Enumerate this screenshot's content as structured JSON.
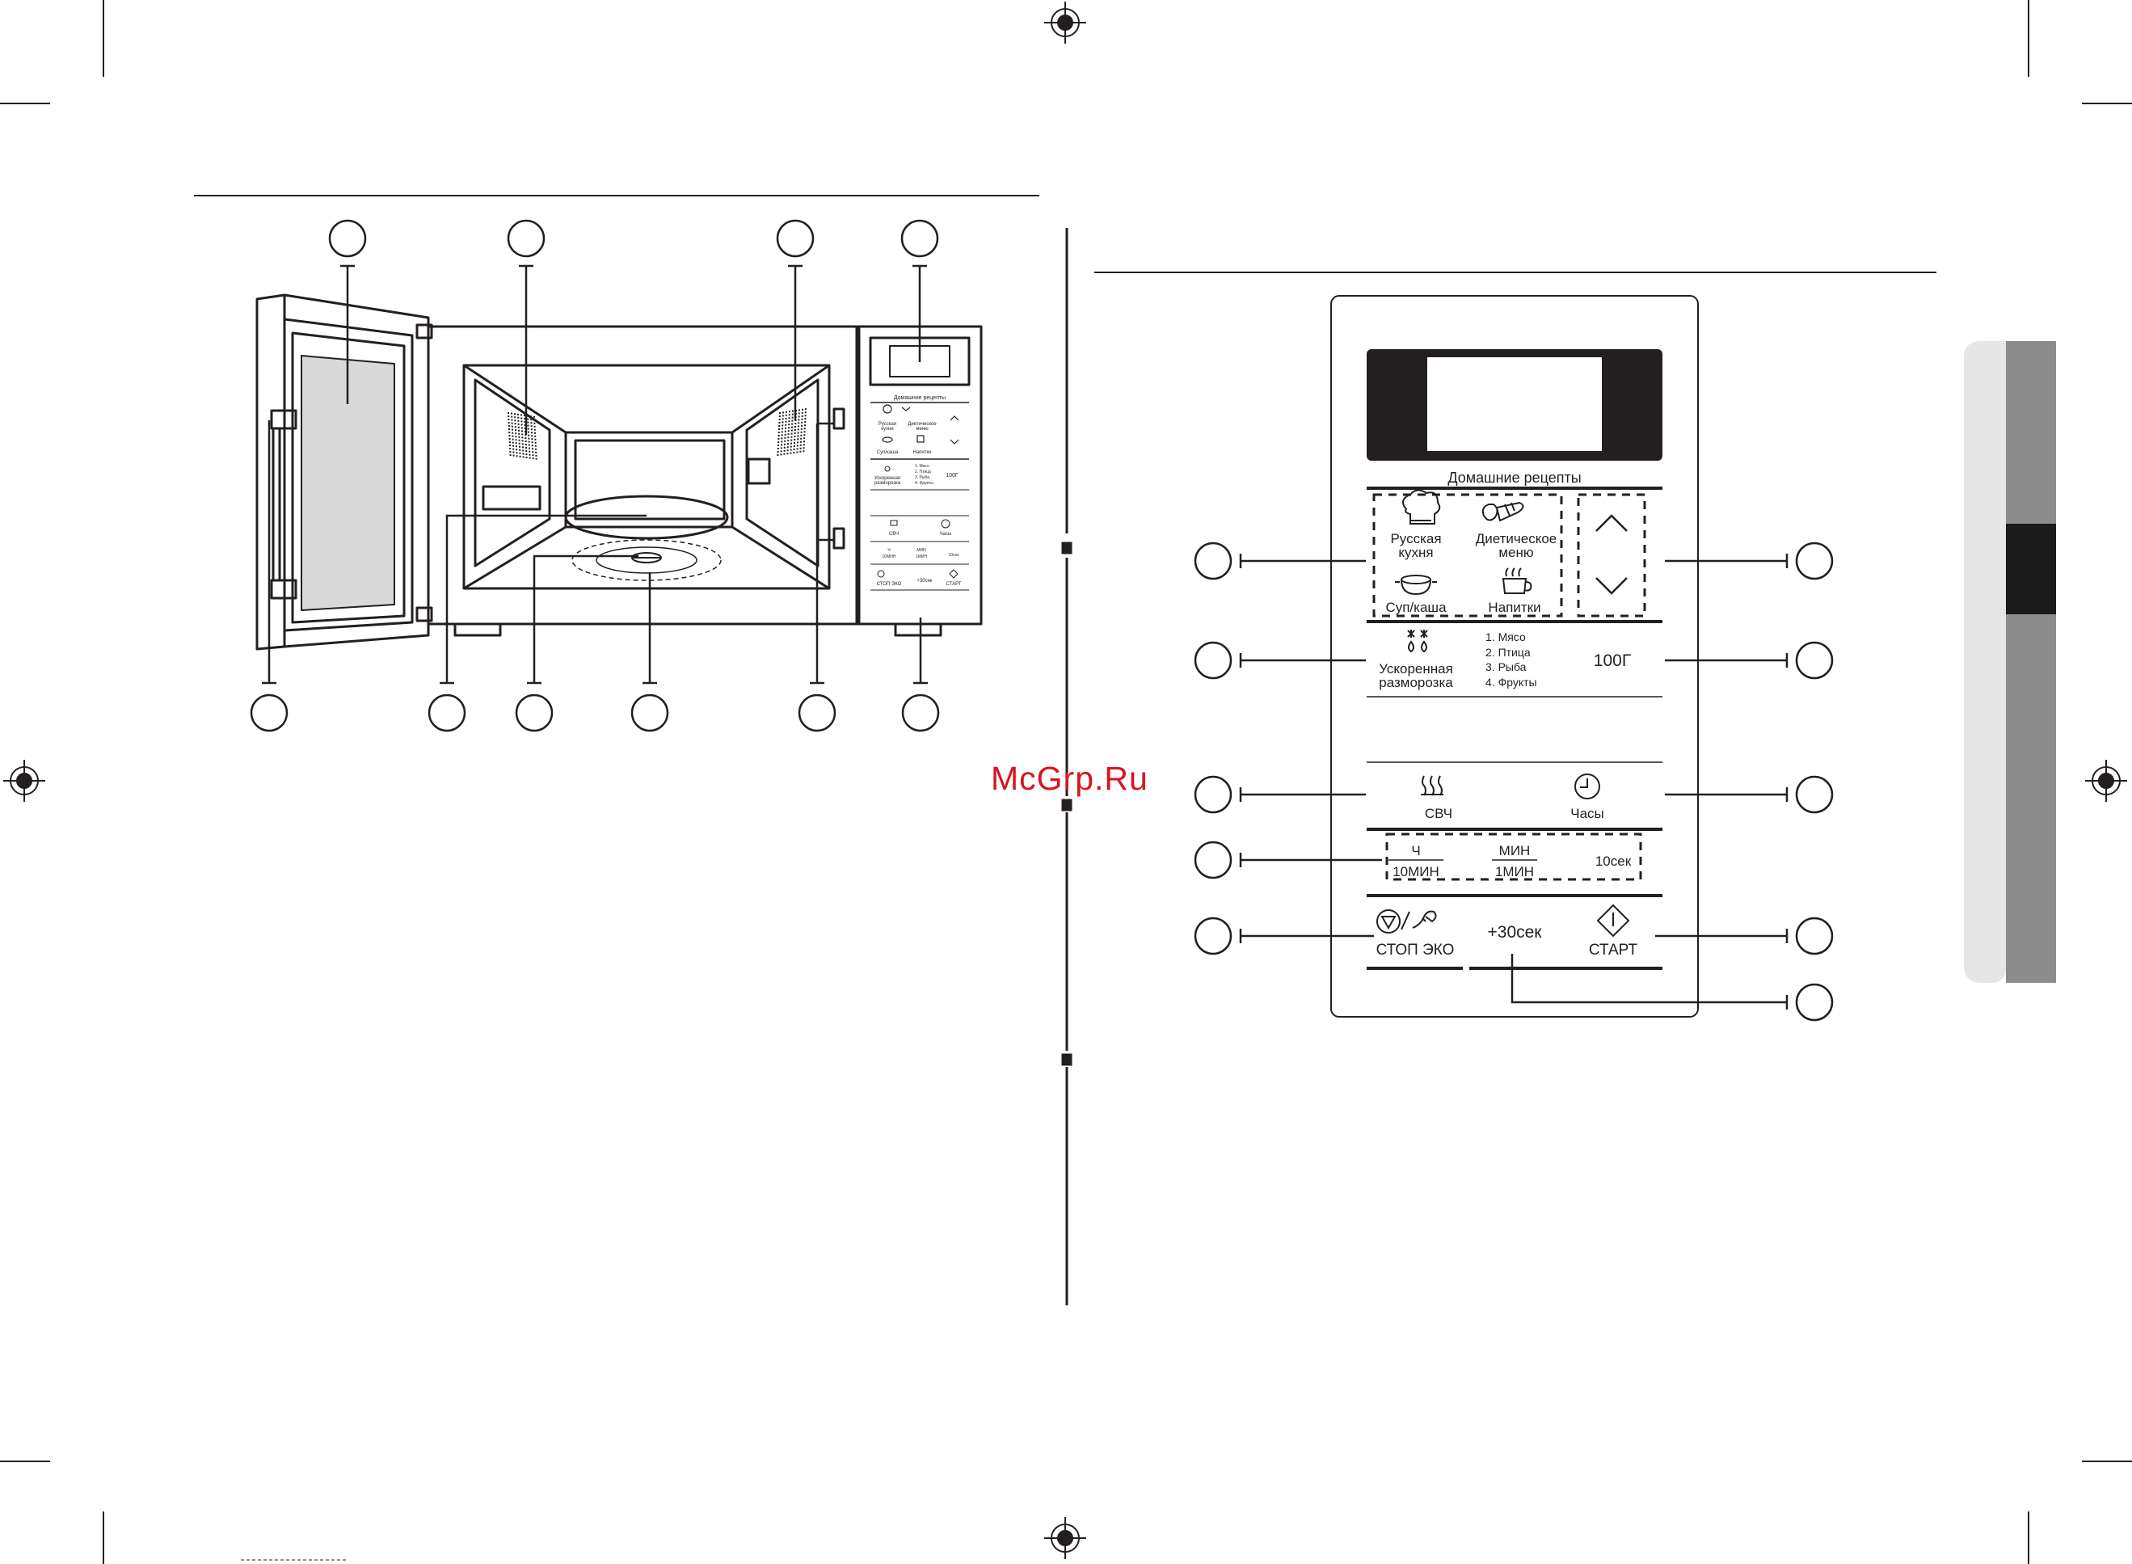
{
  "watermark": "McGrp.Ru",
  "panel": {
    "home_recipes": "Домашние рецепты",
    "russian_cuisine": [
      "Русская",
      "кухня"
    ],
    "diet_menu": [
      "Диетическое",
      "меню"
    ],
    "soup_porridge": "Суп/каша",
    "drinks": "Напитки",
    "defrost": [
      "Ускоренная",
      "разморозка"
    ],
    "defrost_list": [
      "1. Мясо",
      "2. Птица",
      "3. Рыба",
      "4. Фрукты"
    ],
    "weight_100g": "100Г",
    "microwave": "СВЧ",
    "clock": "Часы",
    "hour": "Ч",
    "ten_min": "10МИН",
    "min": "МИН",
    "one_min": "1МИН",
    "ten_sec": "10сек",
    "stop_eco": "СТОП ЭКО",
    "plus_30s": "+30сек",
    "start": "СТАРТ"
  },
  "mini_panel": {
    "home_recipes": "Домашние рецепты",
    "russian": [
      "Русская",
      "кухня"
    ],
    "diet": [
      "Диетическое",
      "меню"
    ],
    "soup": "Суп/каша",
    "drinks": "Напитки",
    "defrost": [
      "Ускоренная",
      "разморозка"
    ],
    "defrost_list": [
      "1. Мясо",
      "2. Птица",
      "3. Рыба",
      "4. Фрукты"
    ],
    "weight": "100Г",
    "microwave": "СВЧ",
    "clock": "Часы",
    "hour": "Ч",
    "ten_min": "10МИН",
    "min": "МИН",
    "one_min": "1МИН",
    "ten_sec": "10сек",
    "stop_eco": "СТОП ЭКО",
    "plus_30s": "+30сек",
    "start": "СТАРТ"
  },
  "colors": {
    "ink": "#231f20",
    "window_fill": "#d9d9d9",
    "tab_light": "#e6e6e6",
    "tab_mid": "#8c8c8c",
    "tab_dark": "#1a1a1a",
    "watermark": "#d9141e"
  }
}
